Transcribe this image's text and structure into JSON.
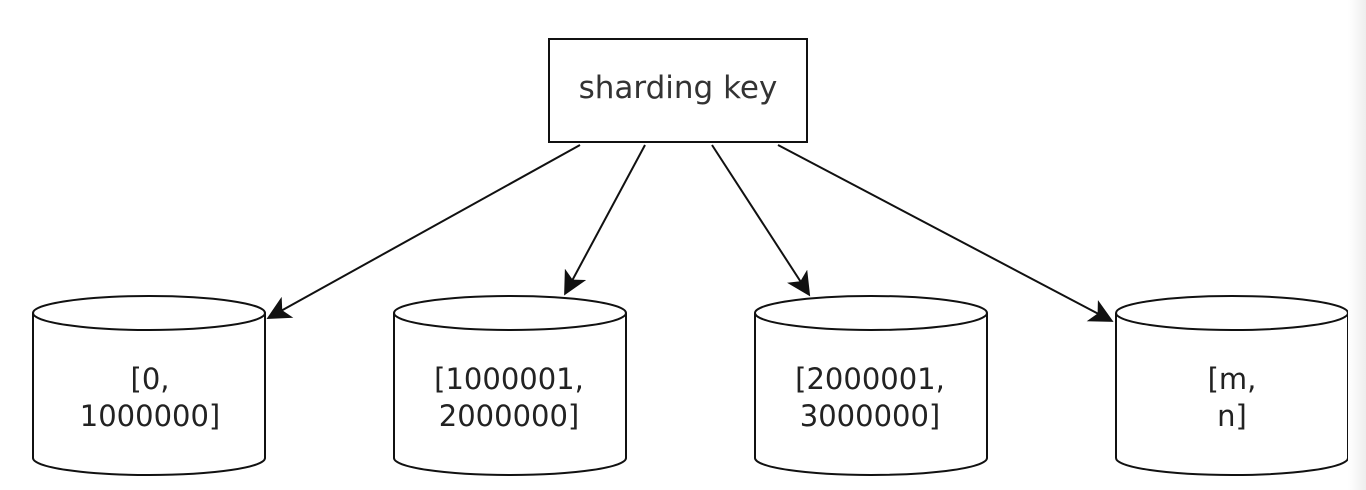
{
  "diagram": {
    "root": {
      "label": "sharding key"
    },
    "shards": [
      {
        "line1": "[0,",
        "line2": "1000000]"
      },
      {
        "line1": "[1000001,",
        "line2": "2000000]"
      },
      {
        "line1": "[2000001,",
        "line2": "3000000]"
      },
      {
        "line1": "[m,",
        "line2": "n]"
      }
    ],
    "colors": {
      "stroke": "#111111",
      "text": "#222222",
      "background": "#ffffff"
    }
  }
}
